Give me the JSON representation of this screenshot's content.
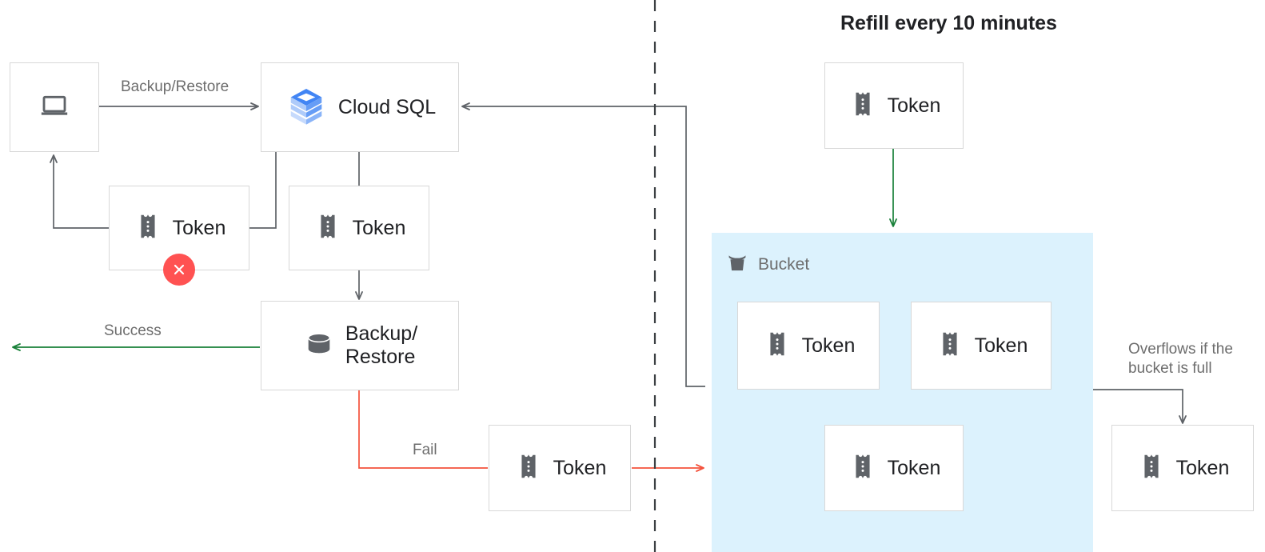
{
  "title": "Refill every 10 minutes",
  "colors": {
    "box_border": "#d8d8d8",
    "text_dark": "#202124",
    "text_muted": "#6d6d6d",
    "arrow_default": "#5f6368",
    "arrow_success": "#188038",
    "arrow_fail": "#f4523c",
    "badge_error": "#ff5252",
    "bucket_fill": "#dcf2fd",
    "cloudsql_blue_dark": "#4285f4",
    "cloudsql_blue_mid": "#7baaf7",
    "cloudsql_blue_light": "#aecbfa",
    "icon_gray": "#5f6368",
    "divider": "#3c4043"
  },
  "nodes": {
    "client": {
      "label": "",
      "icon": "laptop-icon"
    },
    "cloud_sql": {
      "label": "Cloud SQL",
      "icon": "cloud-sql-icon"
    },
    "token_rejected": {
      "label": "Token",
      "icon": "token-icon",
      "badge": "error-x-icon"
    },
    "token_accepted": {
      "label": "Token",
      "icon": "token-icon"
    },
    "backup_restore": {
      "label": "Backup/\nRestore",
      "icon": "database-icon"
    },
    "token_fail": {
      "label": "Token",
      "icon": "token-icon"
    },
    "token_refill": {
      "label": "Token",
      "icon": "token-icon"
    },
    "token_bucket_1": {
      "label": "Token",
      "icon": "token-icon"
    },
    "token_bucket_2": {
      "label": "Token",
      "icon": "token-icon"
    },
    "token_bucket_3": {
      "label": "Token",
      "icon": "token-icon"
    },
    "token_overflow": {
      "label": "Token",
      "icon": "token-icon"
    }
  },
  "bucket": {
    "label": "Bucket",
    "icon": "bucket-icon"
  },
  "edge_labels": {
    "backup_restore": "Backup/Restore",
    "success": "Success",
    "fail": "Fail",
    "overflow": "Overflows if the\nbucket is full"
  }
}
